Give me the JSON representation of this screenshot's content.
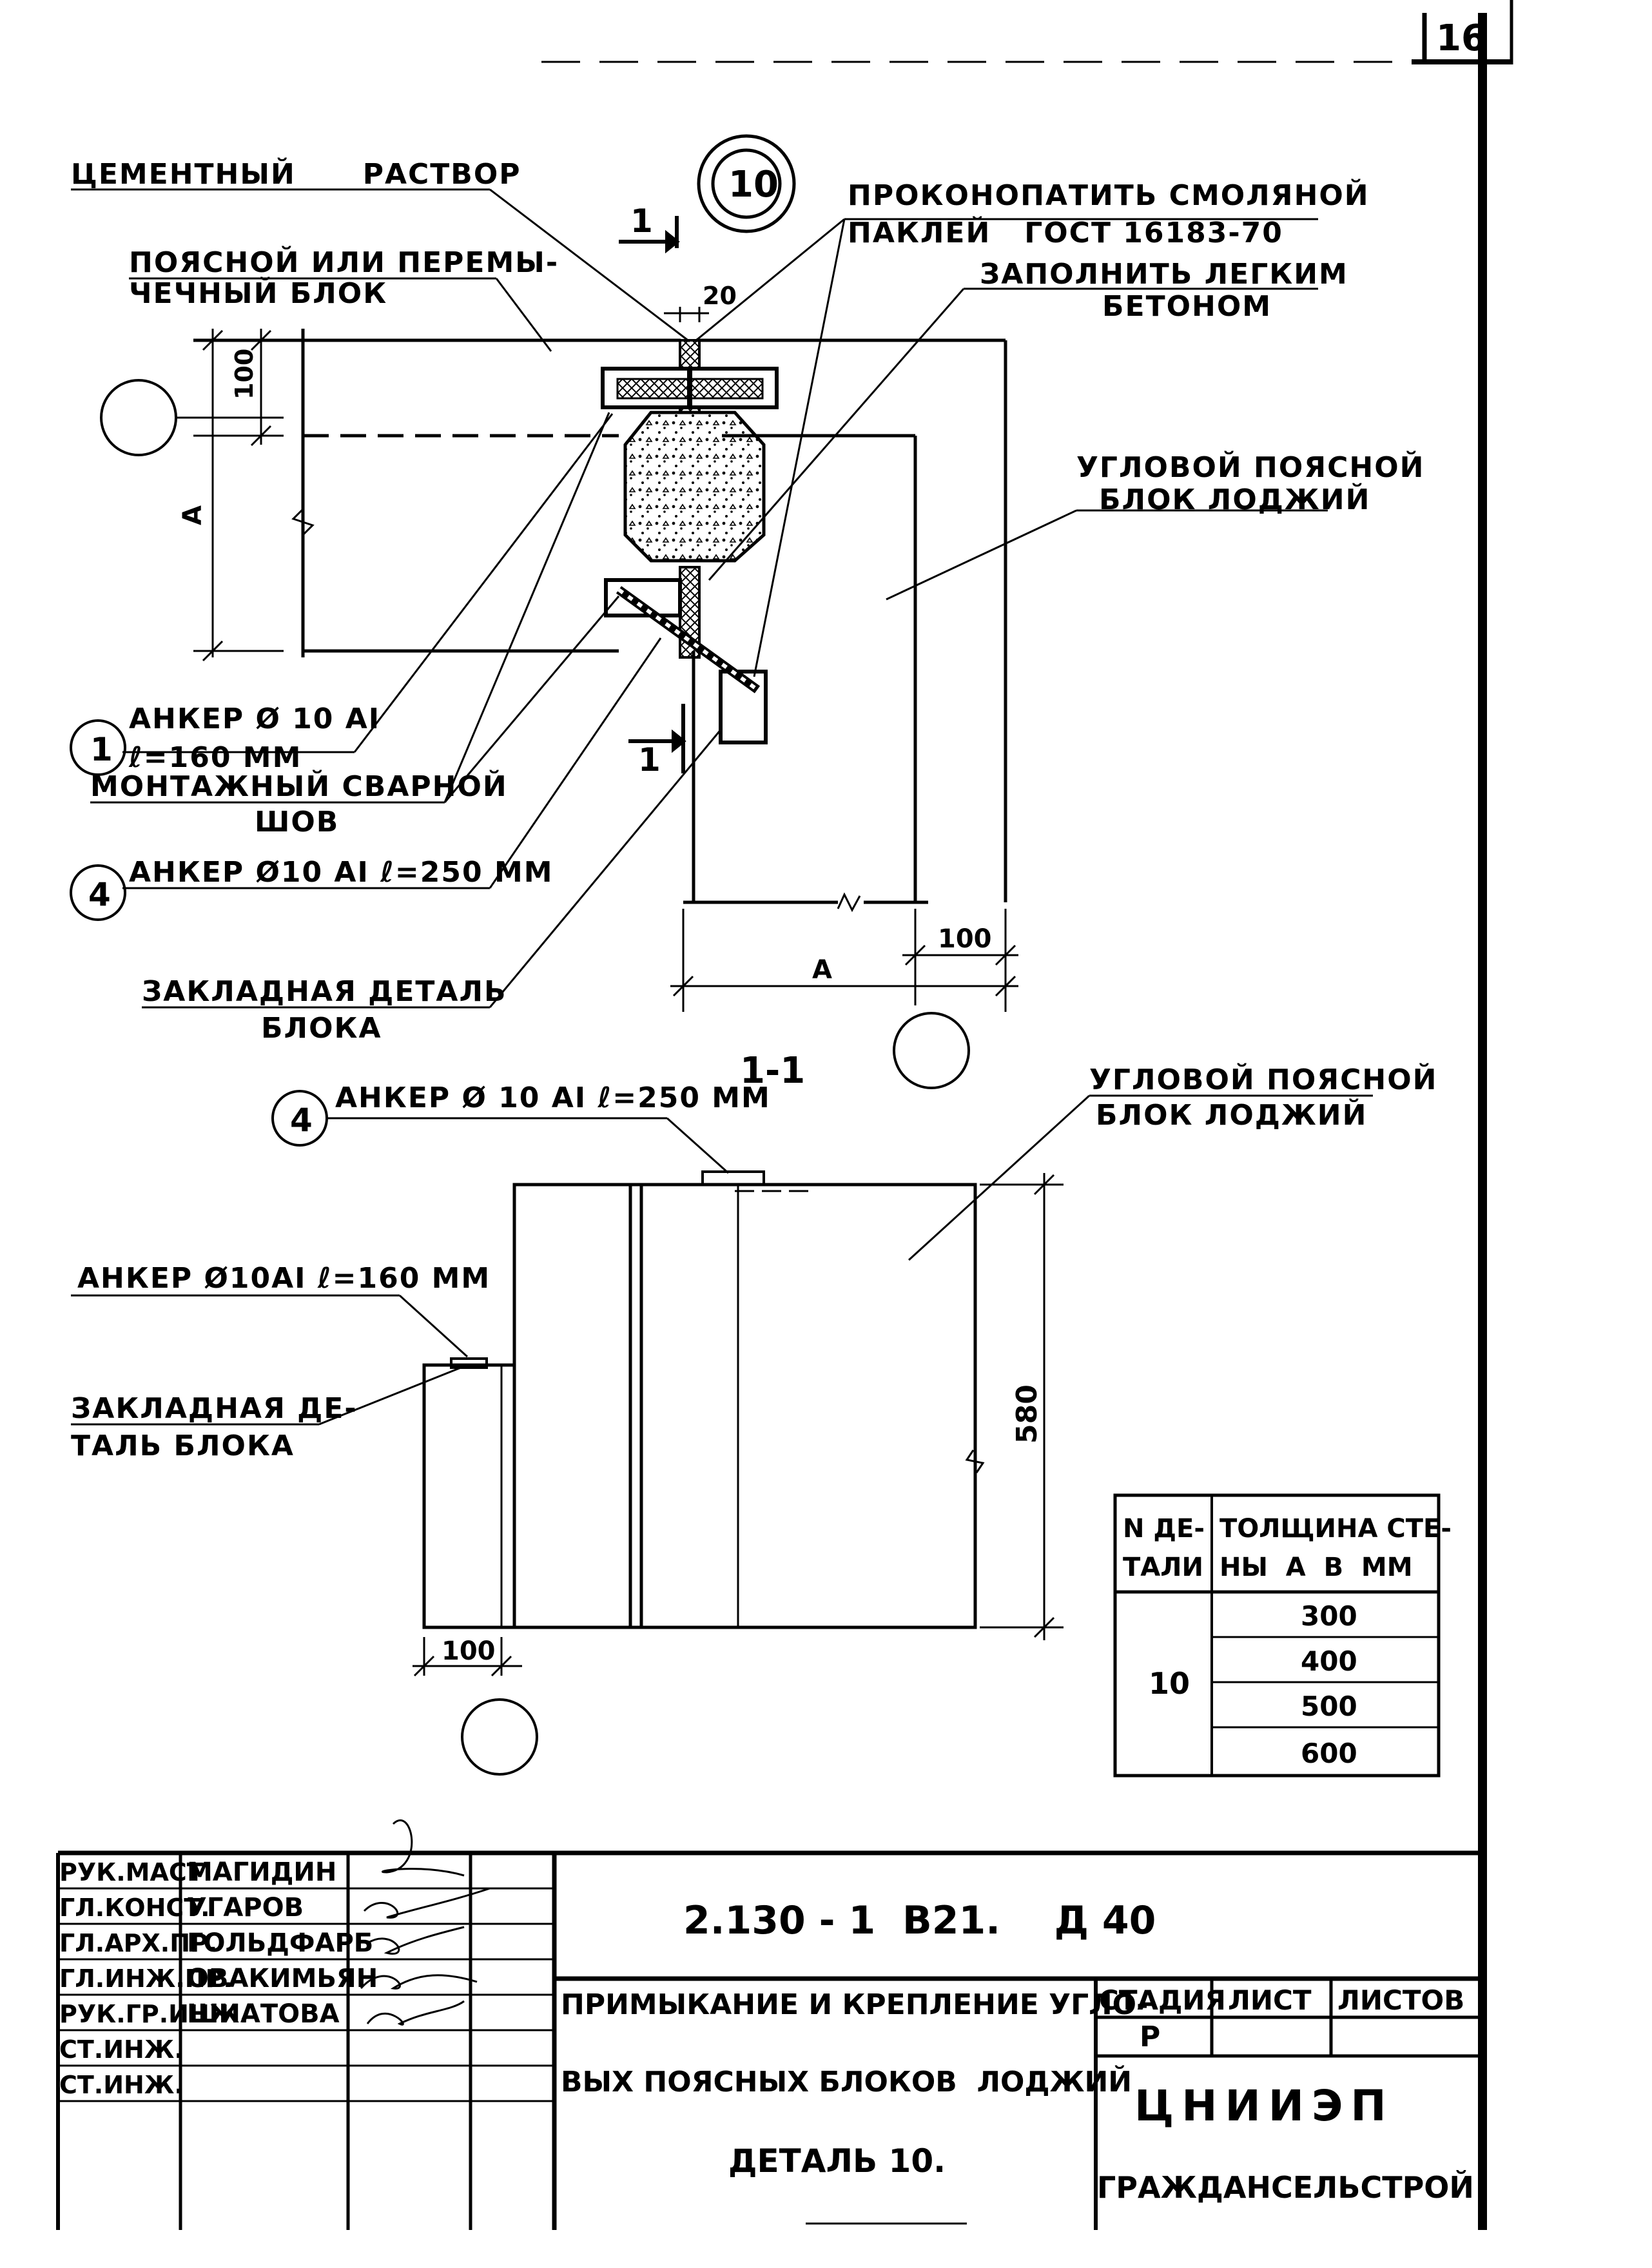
{
  "sheet": {
    "number": "16"
  },
  "detail_marker": "10",
  "section_mark": "1",
  "section_title": "1-1",
  "callouts": {
    "cement_mortar": "ЦЕМЕНТНЫЙ      РАСТВОР",
    "belt_block_1": "ПОЯСНОЙ ИЛИ ПЕРЕМЫ-",
    "belt_block_2": "ЧЕЧНЫЙ БЛОК",
    "caulk_1": "ПРОКОНОПАТИТЬ СМОЛЯНОЙ",
    "caulk_2": "ПАКЛЕЙ   ГОСТ 16183-70",
    "light_concrete_1": "ЗАПОЛНИТЬ ЛЕГКИМ",
    "light_concrete_2": "БЕТОНОМ",
    "corner_block_1": "УГЛОВОЙ ПОЯСНОЙ",
    "corner_block_2": "БЛОК ЛОДЖИЙ",
    "anchor1_num": "1",
    "anchor1_1": "АНКЕР Ø 10 AI",
    "anchor1_2": "ℓ=160 ММ",
    "weld_1": "МОНТАЖНЫЙ СВАРНОЙ",
    "weld_2": "ШОВ",
    "anchor4_num": "4",
    "anchor4": "АНКЕР Ø10 AI ℓ=250 ММ",
    "embedded_1": "ЗАКЛАДНАЯ ДЕТАЛЬ",
    "embedded_2": "БЛОКА",
    "elev_corner_1": "УГЛОВОЙ ПОЯСНОЙ",
    "elev_corner_2": "БЛОК ЛОДЖИЙ",
    "elev_anchor4": "АНКЕР Ø 10 AI ℓ=250 ММ",
    "elev_anchor1": "АНКЕР Ø10AI ℓ=160 ММ",
    "elev_embedded_1": "ЗАКЛАДНАЯ ДЕ-",
    "elev_embedded_2": "ТАЛЬ БЛОКА"
  },
  "dimensions": {
    "gap": "20",
    "d100_v": "100",
    "a_v": "A",
    "d100_h": "100",
    "a_h": "A",
    "d580": "580",
    "d100_elev": "100"
  },
  "table": {
    "head_1a": "N ДЕ-",
    "head_1b": "ТАЛИ",
    "head_2a": "ТОЛЩИНА СТЕ-",
    "head_2b": "НЫ  A  В  ММ",
    "detail": "10",
    "rows": [
      "300",
      "400",
      "500",
      "600"
    ]
  },
  "title_block": {
    "code": "2.130 - 1  В21.    Д 40",
    "name_1": "ПРИМЫКАНИЕ И КРЕПЛЕНИЕ УГЛО-",
    "name_2": "ВЫХ ПОЯСНЫХ БЛОКОВ  ЛОДЖИЙ",
    "name_3": "ДЕТАЛЬ 10.",
    "stage_h": "СТАДИЯ",
    "sheet_h": "ЛИСТ",
    "sheets_h": "ЛИСТОВ",
    "stage_v": "Р",
    "org_1": "ЦНИИЭП",
    "org_2": "ГРАЖДАНСЕЛЬСТРОЙ",
    "people": [
      {
        "role": "РУК.МАСТ.",
        "name": "МАГИДИН"
      },
      {
        "role": "ГЛ.КОНСТ.",
        "name": "УГАРОВ"
      },
      {
        "role": "ГЛ.АРХ.ПР.",
        "name": "ГОЛЬДФАРБ"
      },
      {
        "role": "ГЛ.ИНЖ.ПР.",
        "name": "ОВАКИМЬЯН"
      },
      {
        "role": "РУК.ГР.ИНЖ.",
        "name": "ШИАТОВА"
      },
      {
        "role": "СТ.ИНЖ.",
        "name": ""
      },
      {
        "role": "СТ.ИНЖ.",
        "name": ""
      }
    ]
  }
}
